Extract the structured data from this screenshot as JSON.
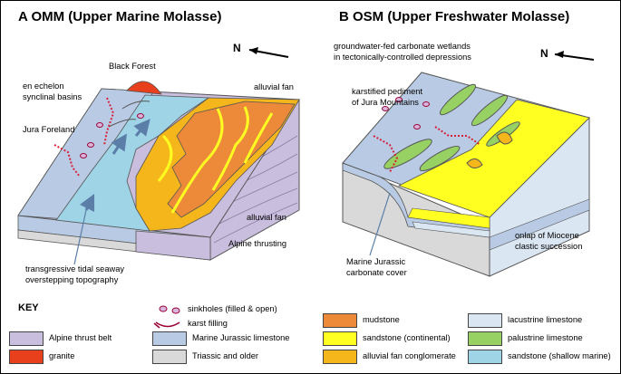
{
  "panel_a": {
    "title": "A  OMM (Upper Marine Molasse)",
    "labels": {
      "black_forest": "Black Forest",
      "en_echelon_1": "en echelon",
      "en_echelon_2": "synclinal basins",
      "jura_foreland": "Jura Foreland",
      "alluvial_fan_top": "alluvial fan",
      "alluvial_fan_right": "alluvial fan",
      "alpine_thrusting": "Alpine thrusting",
      "seaway_1": "transgressive tidal seaway",
      "seaway_2": "overstepping topography"
    },
    "north": "N"
  },
  "panel_b": {
    "title": "B  OSM (Upper Freshwater Molasse)",
    "labels": {
      "wetlands_1": "groundwater-fed carbonate wetlands",
      "wetlands_2": "in tectonically-controlled depressions",
      "pediment_1": "karstified pediment",
      "pediment_2": "of Jura Mountains",
      "jurassic_1": "Marine Jurassic",
      "jurassic_2": "carbonate cover",
      "onlap_1": "onlap of Miocene",
      "onlap_2": "clastic succession"
    },
    "north": "N"
  },
  "key": {
    "title": "KEY",
    "items": {
      "alpine_thrust_belt": "Alpine thrust belt",
      "granite": "granite",
      "sinkholes": "sinkholes (filled & open)",
      "karst_filling": "karst filling",
      "marine_jurassic": "Marine Jurassic limestone",
      "triassic": "Triassic and older",
      "mudstone": "mudstone",
      "sandstone_cont": "sandstone (continental)",
      "alluvial_cong": "alluvial fan conglomerate",
      "lacustrine": "lacustrine limestone",
      "palustrine": "palustrine limestone",
      "sandstone_marine": "sandstone (shallow marine)"
    }
  },
  "colors": {
    "alpine_thrust_belt": "#c9bedd",
    "granite": "#e8401c",
    "marine_jurassic": "#b9cbe4",
    "triassic": "#d9d9d9",
    "mudstone": "#ec8a3a",
    "sandstone_cont": "#ffff22",
    "alluvial_cong": "#f5b61c",
    "lacustrine": "#dbe6f3",
    "palustrine": "#97d163",
    "sandstone_marine": "#9fd3e6",
    "karst_line": "#d8203a"
  }
}
